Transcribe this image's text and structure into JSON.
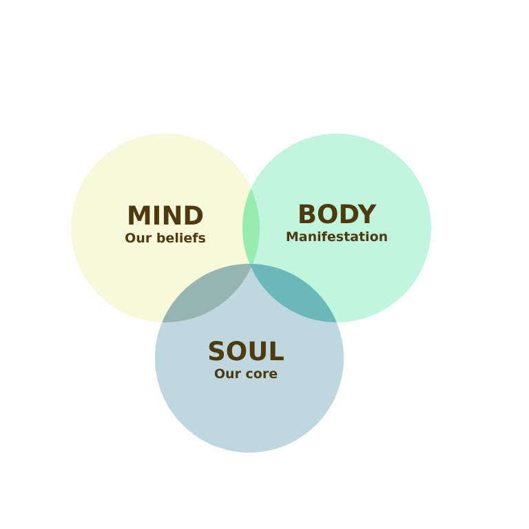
{
  "circles": [
    {
      "id": "mind",
      "title": "MIND",
      "subtitle": "Our beliefs",
      "color": "#f7f9dc"
    },
    {
      "id": "body",
      "title": "BODY",
      "subtitle": "Manifestation",
      "color": "#c0f5de"
    },
    {
      "id": "soul",
      "title": "SOUL",
      "subtitle": "Our core",
      "color": "#bfd8df"
    }
  ],
  "overlaps": {
    "mind_body": "#98ecb0",
    "mind_soul": "#98b4b0",
    "body_soul": "#6ab8b8",
    "all": "#6ab0a8"
  },
  "text_color": "#4f3a0f"
}
